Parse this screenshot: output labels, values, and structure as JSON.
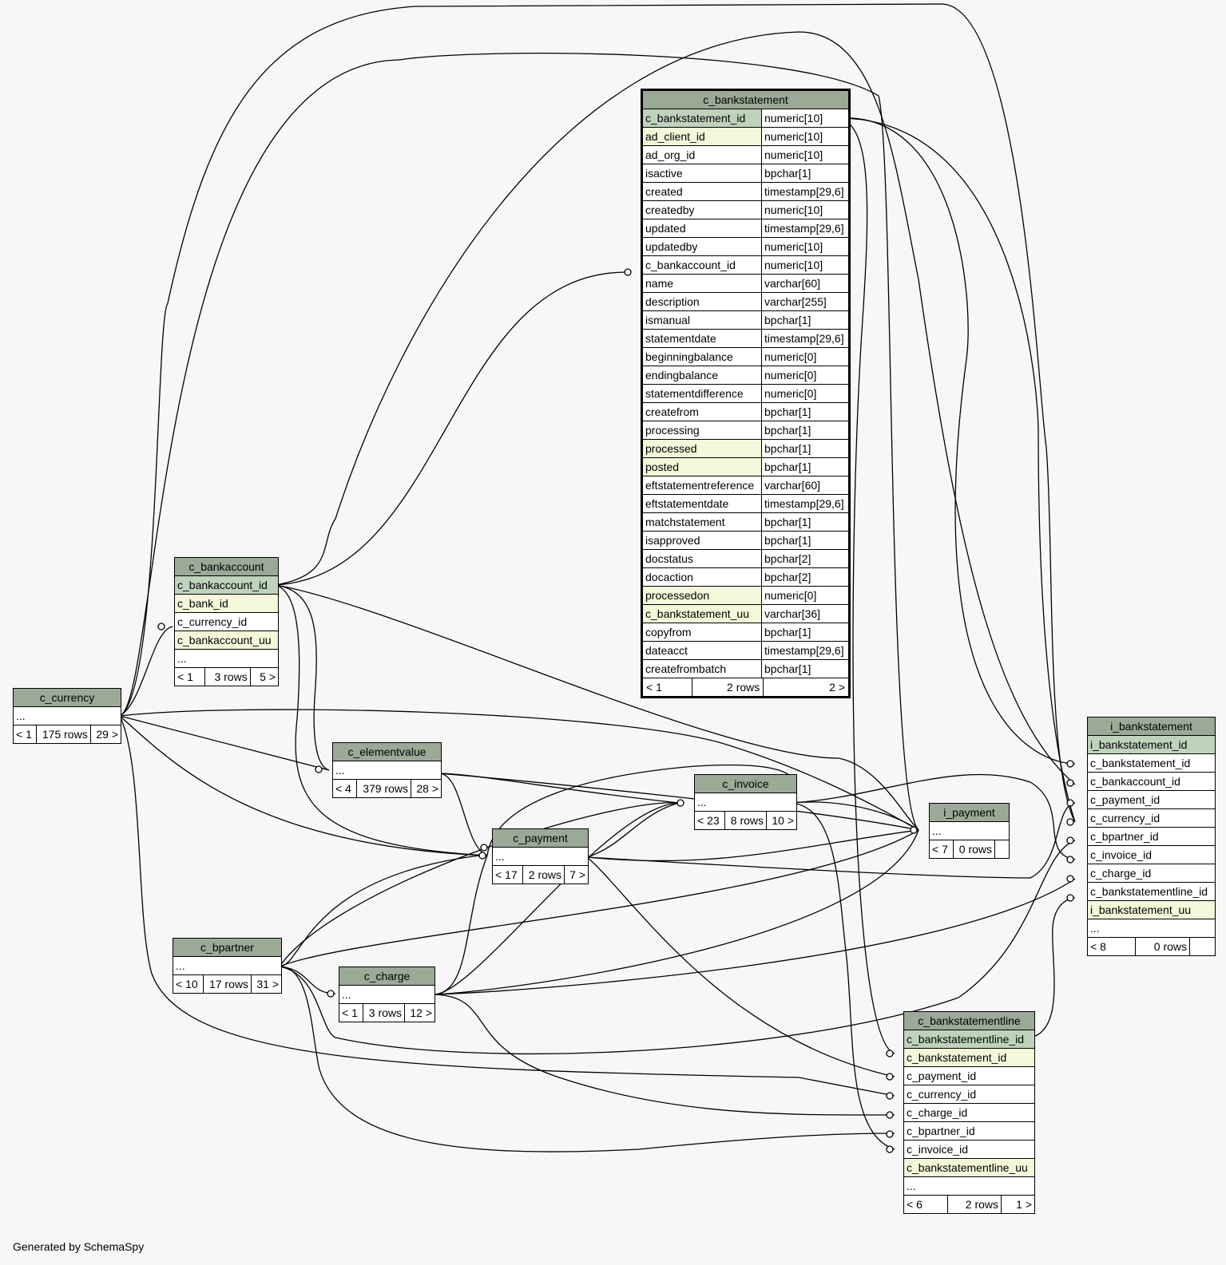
{
  "footer": "Generated by SchemaSpy",
  "tables": {
    "c_bankstatement": {
      "name": "c_bankstatement",
      "columns": [
        [
          "c_bankstatement_id",
          "numeric[10]"
        ],
        [
          "ad_client_id",
          "numeric[10]"
        ],
        [
          "ad_org_id",
          "numeric[10]"
        ],
        [
          "isactive",
          "bpchar[1]"
        ],
        [
          "created",
          "timestamp[29,6]"
        ],
        [
          "createdby",
          "numeric[10]"
        ],
        [
          "updated",
          "timestamp[29,6]"
        ],
        [
          "updatedby",
          "numeric[10]"
        ],
        [
          "c_bankaccount_id",
          "numeric[10]"
        ],
        [
          "name",
          "varchar[60]"
        ],
        [
          "description",
          "varchar[255]"
        ],
        [
          "ismanual",
          "bpchar[1]"
        ],
        [
          "statementdate",
          "timestamp[29,6]"
        ],
        [
          "beginningbalance",
          "numeric[0]"
        ],
        [
          "endingbalance",
          "numeric[0]"
        ],
        [
          "statementdifference",
          "numeric[0]"
        ],
        [
          "createfrom",
          "bpchar[1]"
        ],
        [
          "processing",
          "bpchar[1]"
        ],
        [
          "processed",
          "bpchar[1]"
        ],
        [
          "posted",
          "bpchar[1]"
        ],
        [
          "eftstatementreference",
          "varchar[60]"
        ],
        [
          "eftstatementdate",
          "timestamp[29,6]"
        ],
        [
          "matchstatement",
          "bpchar[1]"
        ],
        [
          "isapproved",
          "bpchar[1]"
        ],
        [
          "docstatus",
          "bpchar[2]"
        ],
        [
          "docaction",
          "bpchar[2]"
        ],
        [
          "processedon",
          "numeric[0]"
        ],
        [
          "c_bankstatement_uu",
          "varchar[36]"
        ],
        [
          "copyfrom",
          "bpchar[1]"
        ],
        [
          "dateacct",
          "timestamp[29,6]"
        ],
        [
          "createfrombatch",
          "bpchar[1]"
        ]
      ],
      "footer": [
        "< 1",
        "2 rows",
        "2 >"
      ]
    },
    "c_bankaccount": {
      "name": "c_bankaccount",
      "columns": [
        "c_bankaccount_id",
        "c_bank_id",
        "c_currency_id",
        "c_bankaccount_uu",
        "..."
      ],
      "footer": [
        "< 1",
        "3 rows",
        "5 >"
      ]
    },
    "c_currency": {
      "name": "c_currency",
      "columns": [
        "..."
      ],
      "footer": [
        "< 1",
        "175 rows",
        "29 >"
      ]
    },
    "c_elementvalue": {
      "name": "c_elementvalue",
      "columns": [
        "..."
      ],
      "footer": [
        "< 4",
        "379 rows",
        "28 >"
      ]
    },
    "c_invoice": {
      "name": "c_invoice",
      "columns": [
        "..."
      ],
      "footer": [
        "< 23",
        "8 rows",
        "10 >"
      ]
    },
    "c_payment": {
      "name": "c_payment",
      "columns": [
        "..."
      ],
      "footer": [
        "< 17",
        "2 rows",
        "7 >"
      ]
    },
    "i_payment": {
      "name": "i_payment",
      "columns": [
        "..."
      ],
      "footer": [
        "< 7",
        "0 rows",
        ""
      ]
    },
    "c_bpartner": {
      "name": "c_bpartner",
      "columns": [
        "..."
      ],
      "footer": [
        "< 10",
        "17 rows",
        "31 >"
      ]
    },
    "c_charge": {
      "name": "c_charge",
      "columns": [
        "..."
      ],
      "footer": [
        "< 1",
        "3 rows",
        "12 >"
      ]
    },
    "i_bankstatement": {
      "name": "i_bankstatement",
      "columns": [
        "i_bankstatement_id",
        "c_bankstatement_id",
        "c_bankaccount_id",
        "c_payment_id",
        "c_currency_id",
        "c_bpartner_id",
        "c_invoice_id",
        "c_charge_id",
        "c_bankstatementline_id",
        "i_bankstatement_uu",
        "..."
      ],
      "footer": [
        "< 8",
        "0 rows",
        ""
      ]
    },
    "c_bankstatementline": {
      "name": "c_bankstatementline",
      "columns": [
        "c_bankstatementline_id",
        "c_bankstatement_id",
        "c_payment_id",
        "c_currency_id",
        "c_charge_id",
        "c_bpartner_id",
        "c_invoice_id",
        "c_bankstatementline_uu",
        "..."
      ],
      "footer": [
        "< 6",
        "2 rows",
        "1 >"
      ]
    }
  }
}
